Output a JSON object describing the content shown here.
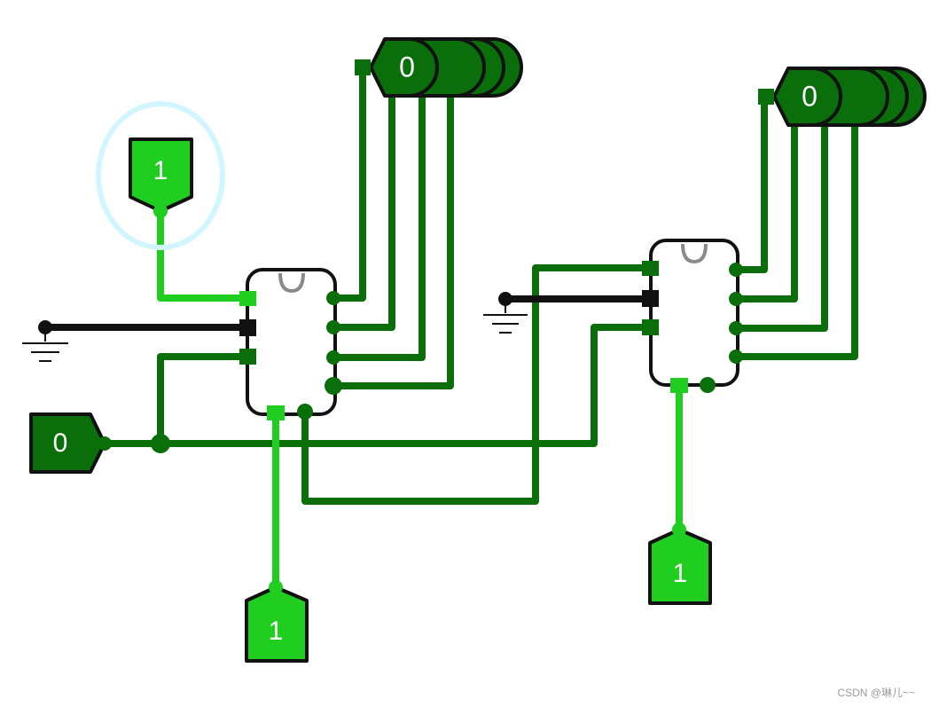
{
  "colors": {
    "wire_low": "#0a6e0a",
    "wire_high": "#1fce1f",
    "wire_ground": "#111111",
    "chip_border": "#111111",
    "selection": "#d2f6ff",
    "notch": "#8a8a8a"
  },
  "inputs": {
    "load_left": "1",
    "clock_left": "1",
    "clock_right": "1",
    "data_zero": "0"
  },
  "outputs": {
    "left_display": "0",
    "right_display": "0"
  },
  "watermark": "CSDN @琳儿~~"
}
